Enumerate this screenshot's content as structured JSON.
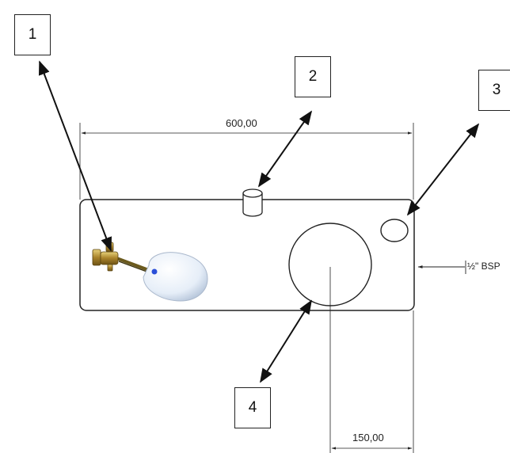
{
  "callouts": {
    "c1": "1",
    "c2": "2",
    "c3": "3",
    "c4": "4"
  },
  "dimensions": {
    "overall_width": "600,00",
    "circle_offset": "150,00"
  },
  "labels": {
    "inlet_thread": "½\" BSP"
  },
  "icons": {
    "float_valve": "float-valve-icon"
  },
  "colors": {
    "line": "#222222",
    "float_body": "#e8f0fa",
    "valve_brass": "#b08a2e"
  }
}
